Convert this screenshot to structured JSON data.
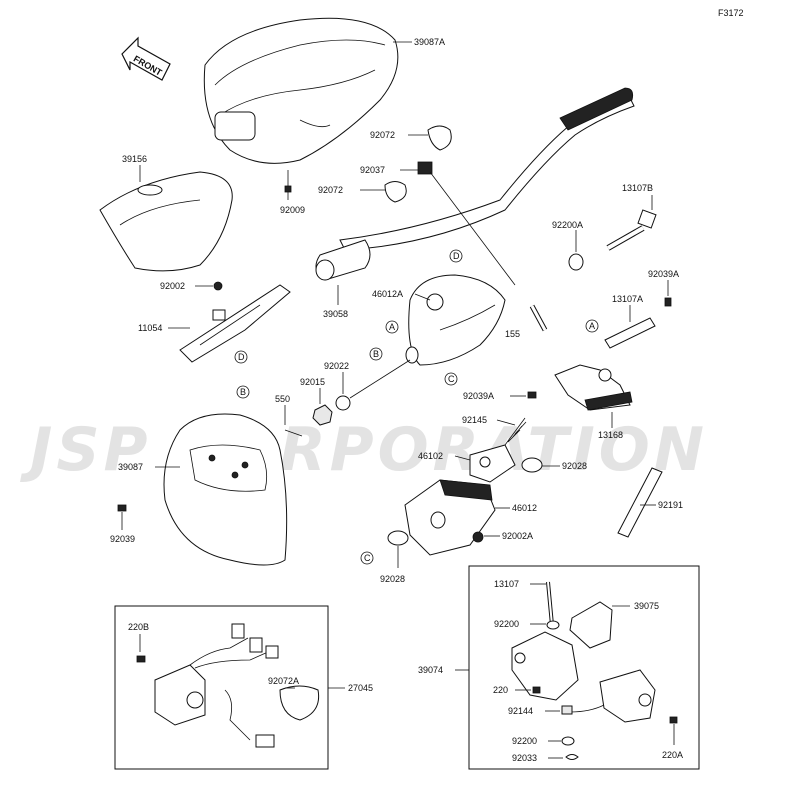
{
  "diagram_code": "F3172",
  "watermark": "JSP CORPORATION",
  "front_label": "FRONT",
  "parts": {
    "p39087A": "39087A",
    "p39156": "39156",
    "p92009": "92009",
    "p92072_top": "92072",
    "p92037": "92037",
    "p92072_mid": "92072",
    "p13107B": "13107B",
    "p92200A": "92200A",
    "p92039A_top": "92039A",
    "p13107A": "13107A",
    "p39058": "39058",
    "p46012A": "46012A",
    "p92002": "92002",
    "p11054": "11054",
    "p155": "155",
    "p92022": "92022",
    "p92015": "92015",
    "p92039A_mid": "92039A",
    "p550": "550",
    "p92145": "92145",
    "p13168": "13168",
    "p39087": "39087",
    "p46102": "46102",
    "p92028_right": "92028",
    "p46012": "46012",
    "p92191": "92191",
    "p92039": "92039",
    "p92002A": "92002A",
    "p92028_bottom": "92028",
    "p13107": "13107",
    "p39075": "39075",
    "p220B": "220B",
    "p92072A": "92072A",
    "p27045": "27045",
    "p39074": "39074",
    "p92200_a": "92200",
    "p220": "220",
    "p92144": "92144",
    "p92200_b": "92200",
    "p92033": "92033",
    "p220A": "220A"
  },
  "callouts": {
    "A1": "A",
    "A2": "A",
    "B1": "B",
    "B2": "B",
    "C1": "C",
    "C2": "C",
    "D1": "D",
    "D2": "D"
  }
}
